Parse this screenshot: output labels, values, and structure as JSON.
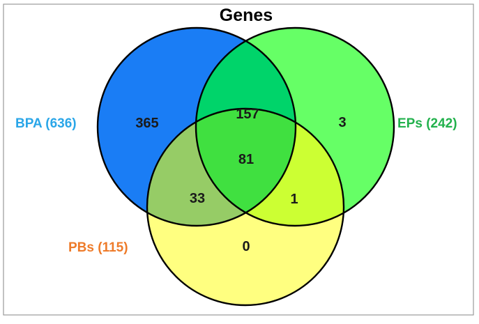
{
  "title": "Genes",
  "sets": [
    {
      "key": "bpa",
      "label": "BPA (636)",
      "fill_color": "#1a7df5",
      "label_color": "#2aa6e8"
    },
    {
      "key": "eps",
      "label": "EPs (242)",
      "fill_color": "#66ff66",
      "label_color": "#22b14c"
    },
    {
      "key": "pbs",
      "label": "PBs (115)",
      "fill_color": "#ffff80",
      "label_color": "#ee7b2a"
    }
  ],
  "region_colors": {
    "bpa_eps": "#00d46a",
    "bpa_pbs": "#96cc66",
    "eps_pbs": "#ccff33",
    "all": "#40e040"
  },
  "regions": {
    "bpa_only": "365",
    "bpa_eps": "157",
    "eps_only": "3",
    "all": "81",
    "bpa_pbs": "33",
    "eps_pbs": "1",
    "pbs_only": "0"
  }
}
